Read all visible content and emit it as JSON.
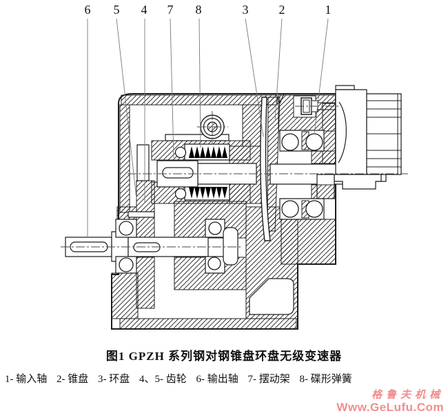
{
  "callouts": [
    {
      "label": "6"
    },
    {
      "label": "5"
    },
    {
      "label": "4"
    },
    {
      "label": "7"
    },
    {
      "label": "8"
    },
    {
      "label": "3"
    },
    {
      "label": "2"
    },
    {
      "label": "1"
    }
  ],
  "figure": {
    "caption": "图1 GPZH 系列钢对钢锥盘环盘无级变速器"
  },
  "legend": {
    "items": [
      "1- 输入轴",
      "2- 锥盘",
      "3- 环盘",
      "4、5- 齿轮",
      "6- 输出轴",
      "7- 摆动架",
      "8- 碟形弹簧"
    ]
  },
  "watermark": {
    "line1": "格鲁夫机械",
    "line2": "Www.GeLufu.Com",
    "color": "#f28d8d"
  },
  "colors": {
    "line": "#1c1c1c",
    "leader": "#787878",
    "background": "#ffffff"
  }
}
